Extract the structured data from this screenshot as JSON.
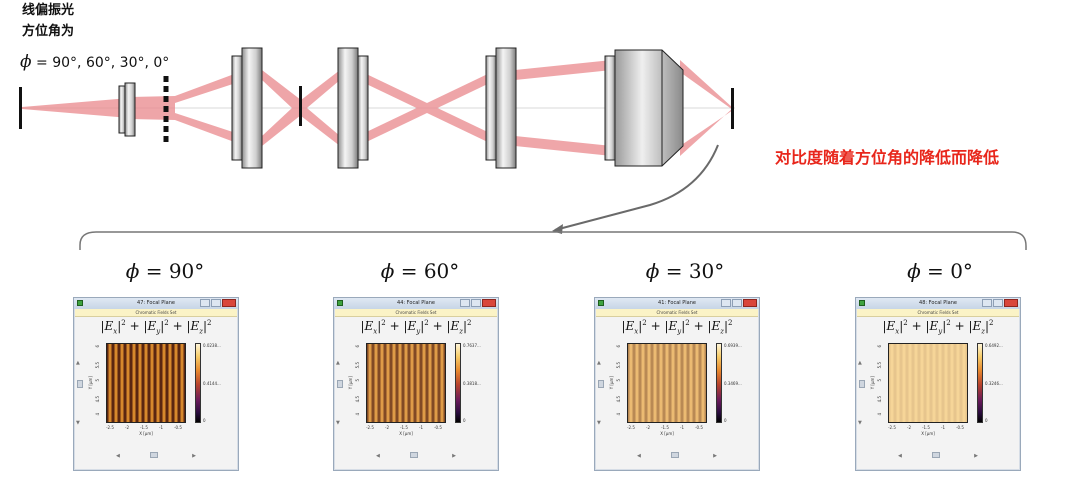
{
  "polarization": {
    "line1": "线偏振光",
    "line2": "方位角为",
    "symbol": "ϕ",
    "equals": "=",
    "angles": "90°,  60°, 30°, 0°"
  },
  "contrast_note": "对比度随着方位角的降低而降低",
  "colors": {
    "beam": "#e9888c",
    "note": "#e8261b",
    "fringe_dark": "#3b0d0a",
    "fringe_bright": "#f39a2a"
  },
  "panels": [
    {
      "phi_symbol": "ϕ",
      "phi_eq": " = ",
      "phi_value": "90°",
      "window_title": "47: Focal Plane",
      "subtitle": "Chromatic Fields Set",
      "cb_max": "0.0238...",
      "cb_mid": "0.4144...",
      "cb_min": "0",
      "contrast": 1.0
    },
    {
      "phi_symbol": "ϕ",
      "phi_eq": " = ",
      "phi_value": "60°",
      "window_title": "44: Focal Plane",
      "subtitle": "Chromatic Fields Set",
      "cb_max": "0.7637...",
      "cb_mid": "0.3818...",
      "cb_min": "0",
      "contrast": 0.75
    },
    {
      "phi_symbol": "ϕ",
      "phi_eq": " = ",
      "phi_value": "30°",
      "window_title": "41: Focal Plane",
      "subtitle": "Chromatic Fields Set",
      "cb_max": "0.6939...",
      "cb_mid": "0.3469...",
      "cb_min": "0",
      "contrast": 0.4
    },
    {
      "phi_symbol": "ϕ",
      "phi_eq": " = ",
      "phi_value": "0°",
      "window_title": "48: Focal Plane",
      "subtitle": "Chromatic Fields Set",
      "cb_max": "0.6492...",
      "cb_mid": "0.3246...",
      "cb_min": "0",
      "contrast": 0.12
    }
  ],
  "plot_axes": {
    "ylabel": "Y [µm]",
    "xlabel": "X [µm]",
    "xticks": [
      "-2.5",
      "-2",
      "-1.5",
      "-1",
      "-0.5"
    ],
    "yticks": [
      "6",
      "5.5",
      "5",
      "4.5",
      "4"
    ]
  },
  "formula": {
    "e": "E",
    "x": "x",
    "y": "y",
    "z": "z",
    "sq": "2",
    "bar": "|",
    "plus": "+"
  }
}
